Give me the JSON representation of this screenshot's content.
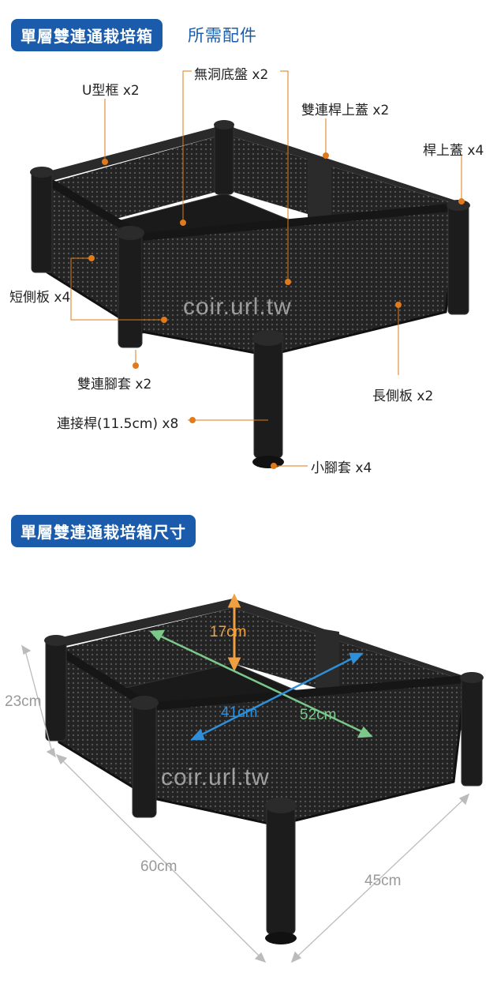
{
  "section1": {
    "badge": "單層雙連通栽培箱",
    "subtitle": "所需配件"
  },
  "parts": {
    "u_frame": "U型框 x2",
    "bottom_tray": "無洞底盤 x2",
    "double_pole_cap": "雙連桿上蓋 x2",
    "pole_cap": "桿上蓋 x4",
    "short_panel": "短側板 x4",
    "double_foot": "雙連腳套 x2",
    "long_panel": "長側板 x2",
    "connector_rod": "連接桿(11.5cm) x8",
    "small_foot": "小腳套 x4"
  },
  "watermark": "coir.url.tw",
  "section2": {
    "badge": "單層雙連通栽培箱尺寸"
  },
  "dimensions": {
    "height_inner": "17cm",
    "width_inner": "41cm",
    "length_inner": "52cm",
    "height_outer": "23cm",
    "length_outer": "60cm",
    "width_outer": "45cm"
  },
  "colors": {
    "accent": "#1a5cab",
    "leader": "#e07a1a",
    "green": "#7bc88a",
    "blue": "#2f8fd8",
    "box": "#1c1c1c"
  }
}
